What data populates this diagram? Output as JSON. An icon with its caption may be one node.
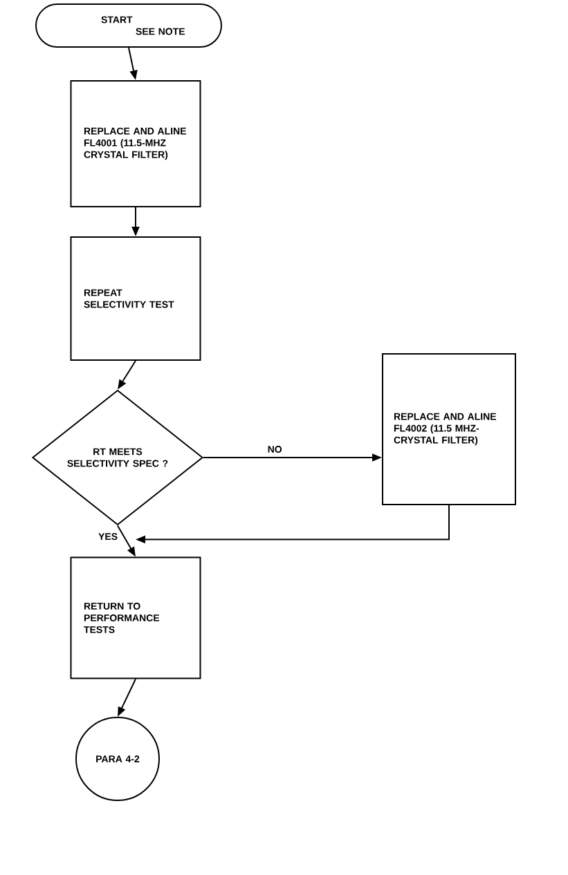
{
  "diagram": {
    "nodes": [
      {
        "text": [
          "START",
          "SEE NOTE"
        ]
      },
      {
        "text": [
          "REPLACE AND ALINE FL4001 (11.5-MHZ CRYSTAL FILTER)"
        ]
      },
      {
        "text": [
          "REPEAT SELECTIVITY TEST"
        ]
      },
      {
        "text": [
          "RT MEETS SELECTIVITY SPEC ?"
        ]
      },
      {
        "text": [
          "REPLACE AND ALINE FL4002 (11.5 MHZ- CRYSTAL FILTER)"
        ]
      },
      {
        "text": [
          "RETURN TO PERFORMANCE TESTS"
        ]
      },
      {
        "text": [
          "PARA 4-2"
        ]
      }
    ],
    "edges": [
      {
        "from": 0,
        "to": 1,
        "arrow": "to"
      },
      {
        "from": 1,
        "to": 2,
        "arrow": "to"
      },
      {
        "from": 2,
        "to": 3,
        "arrow": "to"
      },
      {
        "from": 3,
        "to": 4,
        "arrow": "to",
        "label": "NO"
      },
      {
        "from": 3,
        "to": 5,
        "arrow": "to",
        "label": "YES"
      },
      {
        "from": 4,
        "to": 5,
        "arrow": "to"
      },
      {
        "from": 5,
        "to": 6,
        "arrow": "to"
      }
    ]
  }
}
